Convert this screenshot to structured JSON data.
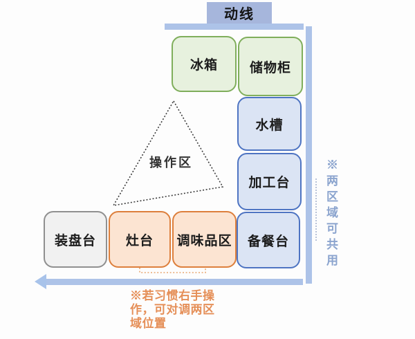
{
  "flow": {
    "label": "动线"
  },
  "stations": [
    {
      "id": "fridge",
      "label": "冰箱",
      "group": "green"
    },
    {
      "id": "storage",
      "label": "储物柜",
      "group": "green"
    },
    {
      "id": "sink",
      "label": "水槽",
      "group": "blue"
    },
    {
      "id": "prep",
      "label": "加工台",
      "group": "blue"
    },
    {
      "id": "serving",
      "label": "备餐台",
      "group": "blue"
    },
    {
      "id": "plating",
      "label": "装盘台",
      "group": "gray"
    },
    {
      "id": "stove",
      "label": "灶台",
      "group": "orange"
    },
    {
      "id": "seasoning",
      "label": "调味品区",
      "group": "orange"
    }
  ],
  "work_triangle": {
    "label": "操作区"
  },
  "notes": {
    "right_vertical": "※两区域可共用",
    "bottom_lines": [
      "※若习惯右手操",
      "作，可对调两区",
      "域位置"
    ]
  },
  "colors": {
    "green_fill": "#e7f1de",
    "green_border": "#7fae5b",
    "blue_fill": "#dbe4f4",
    "blue_border": "#4e74c2",
    "orange_fill": "#fce4d2",
    "orange_border": "#dd7f3c",
    "gray_fill": "#f1f1f1",
    "gray_border": "#8f8f8f",
    "flow_bar": "#adc3e8",
    "flow_label_bg": "#a6b6dc",
    "right_note_text": "#8ba4ce",
    "bottom_note_text": "#e58f58"
  }
}
